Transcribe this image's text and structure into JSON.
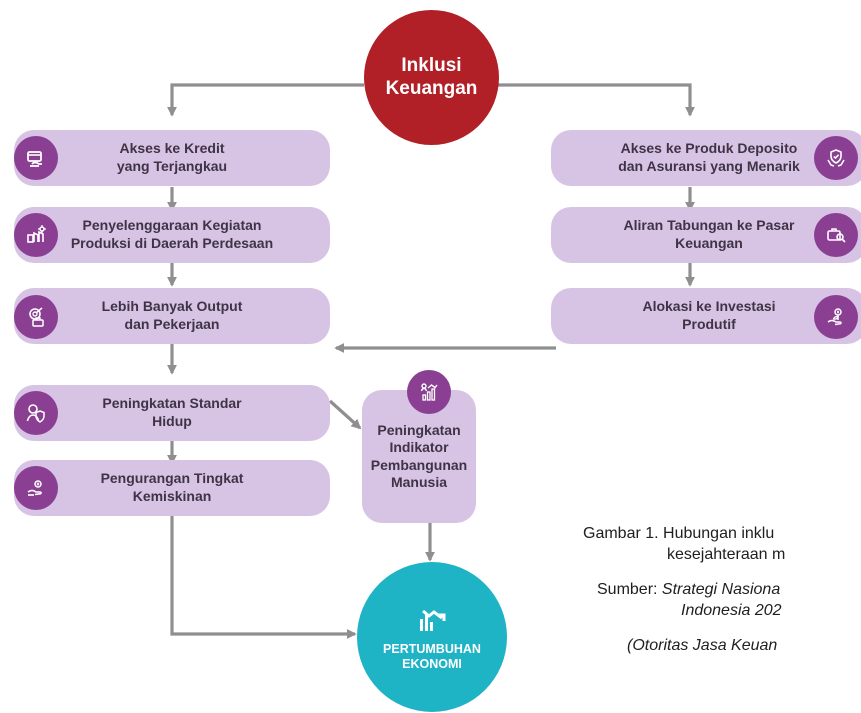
{
  "diagram": {
    "top_node": {
      "label": "Inklusi\nKeuangan"
    },
    "left_nodes": [
      {
        "label": "Akses ke Kredit\nyang Terjangkau",
        "icon": "credit-card-hand-icon"
      },
      {
        "label": "Penyelenggaraan Kegiatan\nProduksi di Daerah Perdesaan",
        "icon": "farm-factory-icon"
      },
      {
        "label": "Lebih Banyak Output\ndan Pekerjaan",
        "icon": "target-briefcase-icon"
      },
      {
        "label": "Peningkatan Standar\nHidup",
        "icon": "worker-shield-icon"
      },
      {
        "label": "Pengurangan Tingkat\nKemiskinan",
        "icon": "hand-coin-icon"
      }
    ],
    "right_nodes": [
      {
        "label": "Akses ke Produk Deposito\ndan Asuransi yang Menarik",
        "icon": "shield-hands-icon"
      },
      {
        "label": "Aliran Tabungan ke Pasar\nKeuangan",
        "icon": "briefcase-search-icon"
      },
      {
        "label": "Alokasi ke Investasi\nProdutif",
        "icon": "money-plant-icon"
      }
    ],
    "middle_node": {
      "label": "Peningkatan\nIndikator\nPembangunan\nManusia",
      "icon": "growth-chart-person-icon"
    },
    "bottom_node": {
      "label": "PERTUMBUHAN\nEKONOMI",
      "icon": "growth-arrow-icon"
    }
  },
  "caption": {
    "line1": "Gambar 1. Hubungan inklu",
    "line2": "kesejahteraan m",
    "line3_prefix": "Sumber: ",
    "line3_italic": "Strategi Nasiona",
    "line4": "Indonesia 202",
    "line5": "(Otoritas Jasa Keuan"
  },
  "colors": {
    "inclusion": "#b11f27",
    "box": "#d7c4e4",
    "box_text": "#3f3346",
    "icon": "#8a3f93",
    "growth": "#1fb3c6",
    "arrow": "#8f8f8f"
  }
}
